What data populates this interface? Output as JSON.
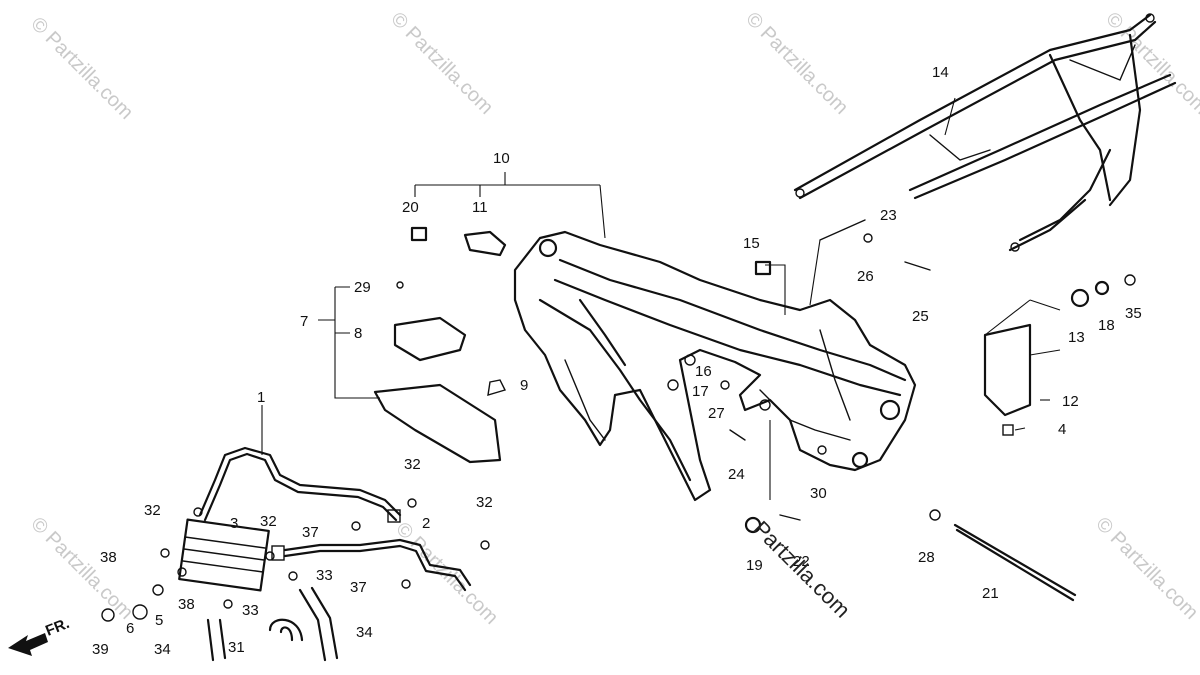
{
  "watermark": {
    "text": "© Partzilla.com",
    "foreground_text": "Partzilla.com"
  },
  "direction_label": "FR.",
  "callouts": [
    "1",
    "2",
    "3",
    "4",
    "5",
    "6",
    "7",
    "8",
    "9",
    "10",
    "11",
    "12",
    "13",
    "14",
    "15",
    "16",
    "17",
    "18",
    "19",
    "20",
    "21",
    "22",
    "23",
    "24",
    "25",
    "26",
    "27",
    "28",
    "29",
    "30",
    "31",
    "32",
    "33",
    "34",
    "35",
    "37",
    "38",
    "39"
  ],
  "colors": {
    "line": "#111111",
    "watermark": "#c9c9c9",
    "background": "#ffffff"
  }
}
